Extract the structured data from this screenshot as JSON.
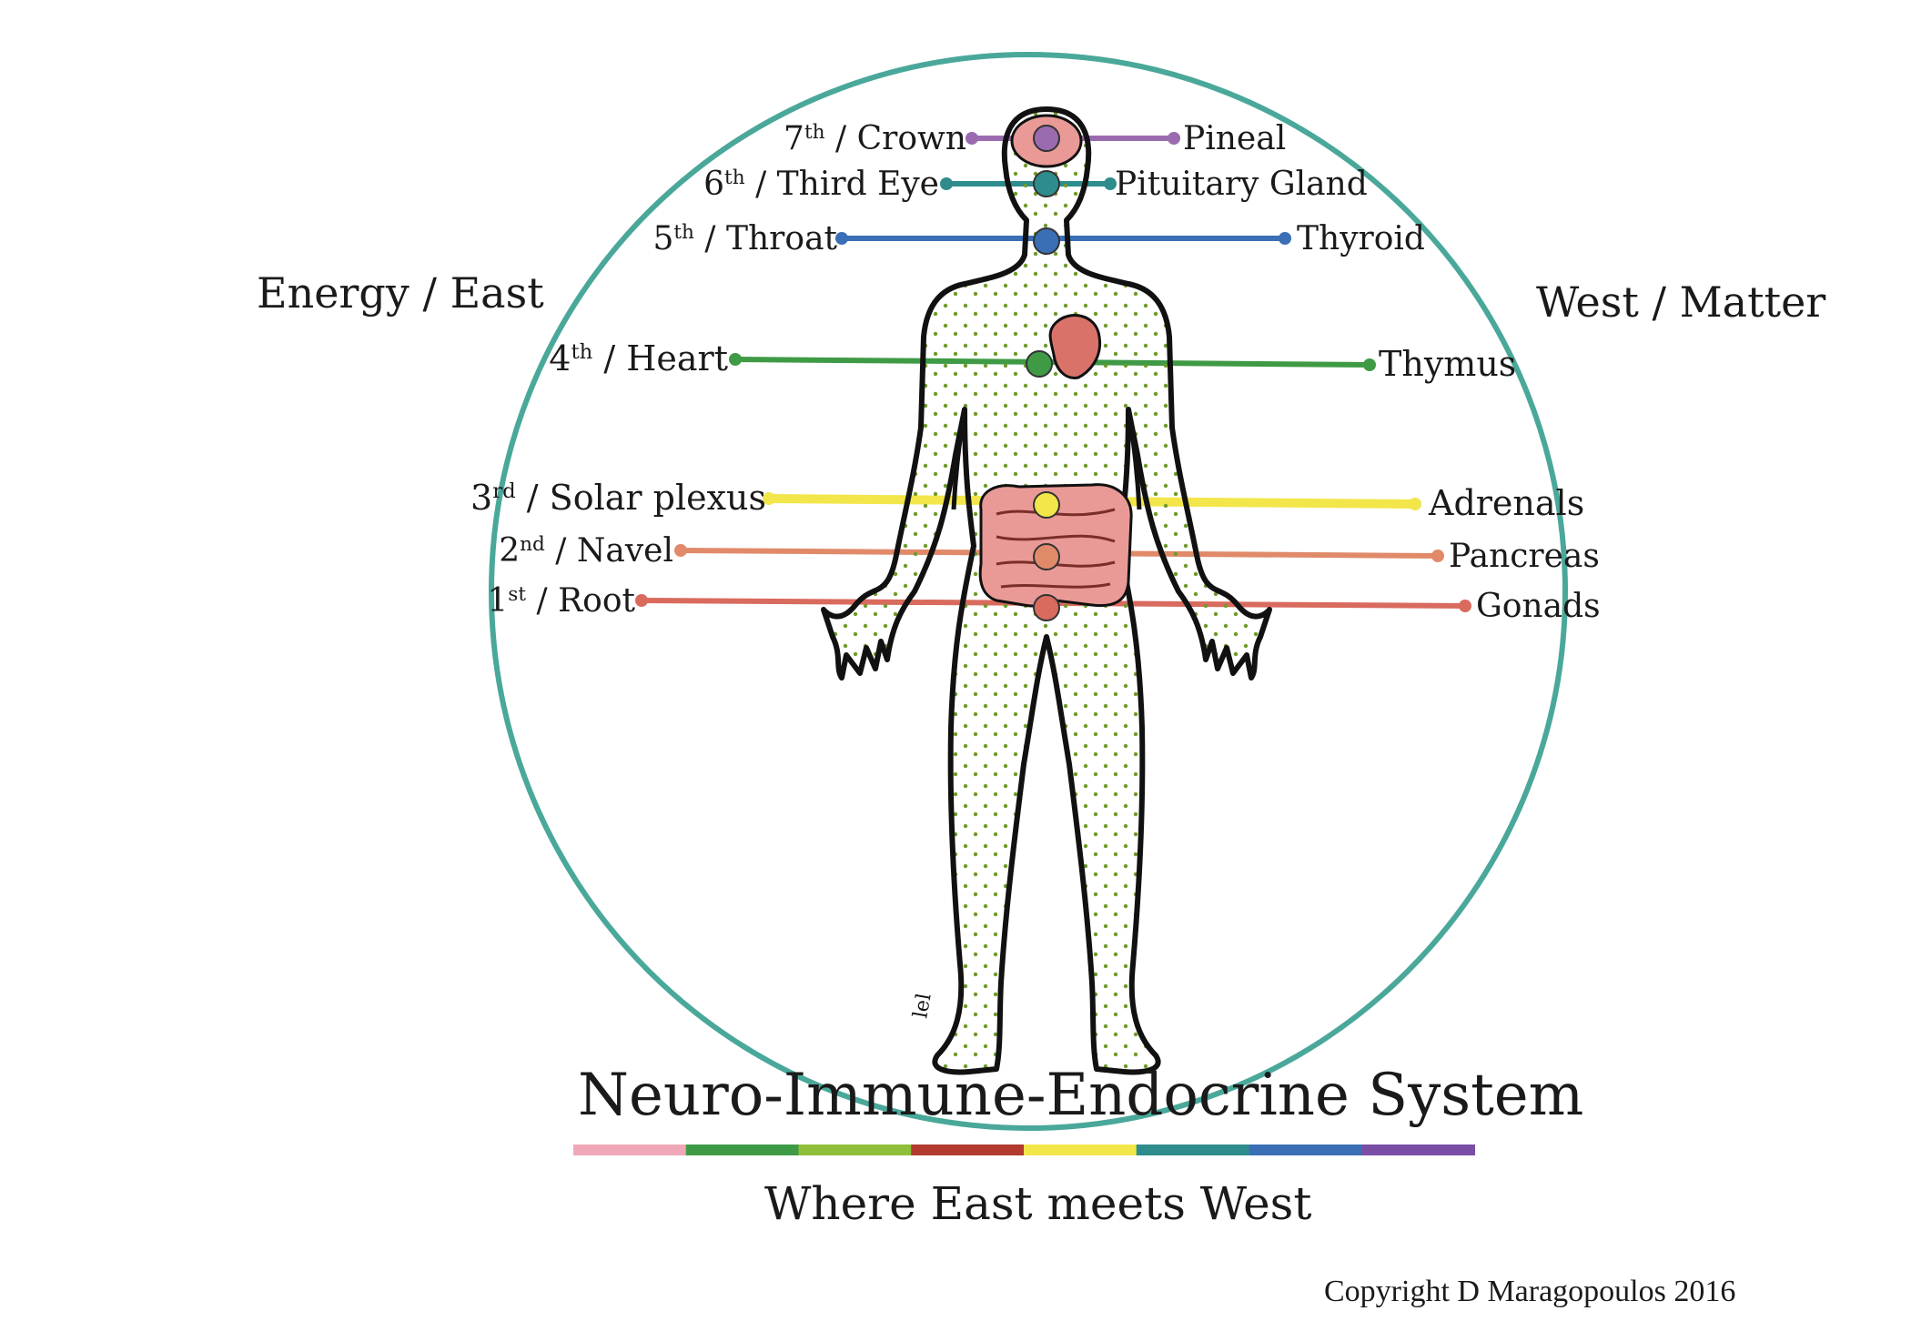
{
  "labels": {
    "left_side": "Energy / East",
    "right_side": "West / Matter",
    "title": "Neuro-Immune-Endocrine System",
    "subtitle": "Where East meets West",
    "copyright": "Copyright D Maragopoulos 2016"
  },
  "chakras": [
    {
      "key": "crown",
      "number": "7",
      "suffix": "th",
      "name": "Crown",
      "gland": "Pineal",
      "color": "#9b6bb0"
    },
    {
      "key": "third-eye",
      "number": "6",
      "suffix": "th",
      "name": "Third Eye",
      "gland": "Pituitary Gland",
      "color": "#2f8c8c"
    },
    {
      "key": "throat",
      "number": "5",
      "suffix": "th",
      "name": "Throat",
      "gland": "Thyroid",
      "color": "#3a6fb5"
    },
    {
      "key": "heart",
      "number": "4",
      "suffix": "th",
      "name": "Heart",
      "gland": "Thymus",
      "color": "#3f9a45"
    },
    {
      "key": "solar-plexus",
      "number": "3",
      "suffix": "rd",
      "name": "Solar plexus",
      "gland": "Adrenals",
      "color": "#f2e64a"
    },
    {
      "key": "navel",
      "number": "2",
      "suffix": "nd",
      "name": "Navel",
      "gland": "Pancreas",
      "color": "#e08a6a"
    },
    {
      "key": "root",
      "number": "1",
      "suffix": "st",
      "name": "Root",
      "gland": "Gonads",
      "color": "#d96a5e"
    }
  ],
  "colors": {
    "circle": "#4aa89a",
    "body_outline": "#111111",
    "body_dots": "#6f9a2a",
    "intestine": "#e99a96",
    "heart_organ": "#d9736a",
    "spectrum": [
      "#f0a8b8",
      "#3f9a45",
      "#8fbf3a",
      "#b23a2e",
      "#f2e64a",
      "#2f8c8c",
      "#3a6fb5",
      "#7b4ea6"
    ]
  }
}
